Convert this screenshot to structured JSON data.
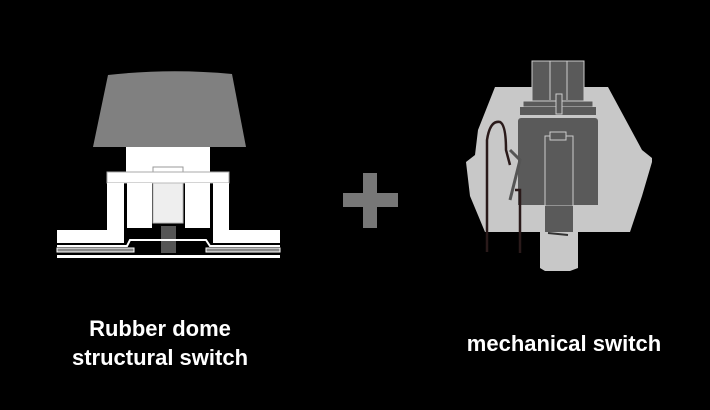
{
  "left": {
    "line1": "Rubber dome",
    "line2": "structural switch"
  },
  "right": {
    "label": "mechanical switch"
  },
  "colors": {
    "background": "#000000",
    "keycap": "#808080",
    "plus": "#777777",
    "housing": "#c8c8c8",
    "stem": "#5a5a5a"
  }
}
